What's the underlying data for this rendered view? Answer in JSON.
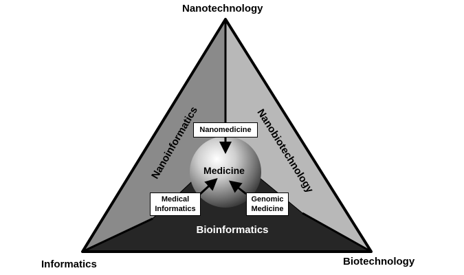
{
  "vertices": {
    "top": "Nanotechnology",
    "left": "Informatics",
    "right": "Biotechnology"
  },
  "edges": {
    "left": "Nanoinformatics",
    "right": "Nanobiotechnology",
    "bottom": "Bioinformatics"
  },
  "center": "Medicine",
  "feeders": {
    "top": "Nanomedicine",
    "left_line1": "Medical",
    "left_line2": "Informatics",
    "right_line1": "Genomic",
    "right_line2": "Medicine"
  },
  "colors": {
    "left_face": "#8a8a8a",
    "right_face": "#b8b8b8",
    "bottom_face": "#262626",
    "outline": "#000000"
  }
}
